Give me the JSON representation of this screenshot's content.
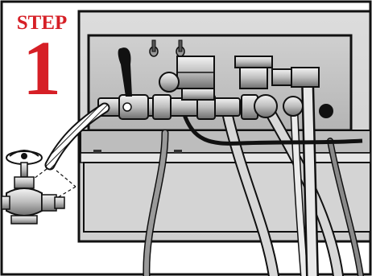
{
  "step": {
    "word": "STEP",
    "number": "1",
    "color": "#d61f26"
  },
  "diagram": {
    "parts": [
      "water-supply-valve",
      "braided-supply-hose",
      "ball-valve",
      "solenoid-valve",
      "water-inlet-fitting",
      "drain-hoses",
      "control-panel"
    ]
  }
}
